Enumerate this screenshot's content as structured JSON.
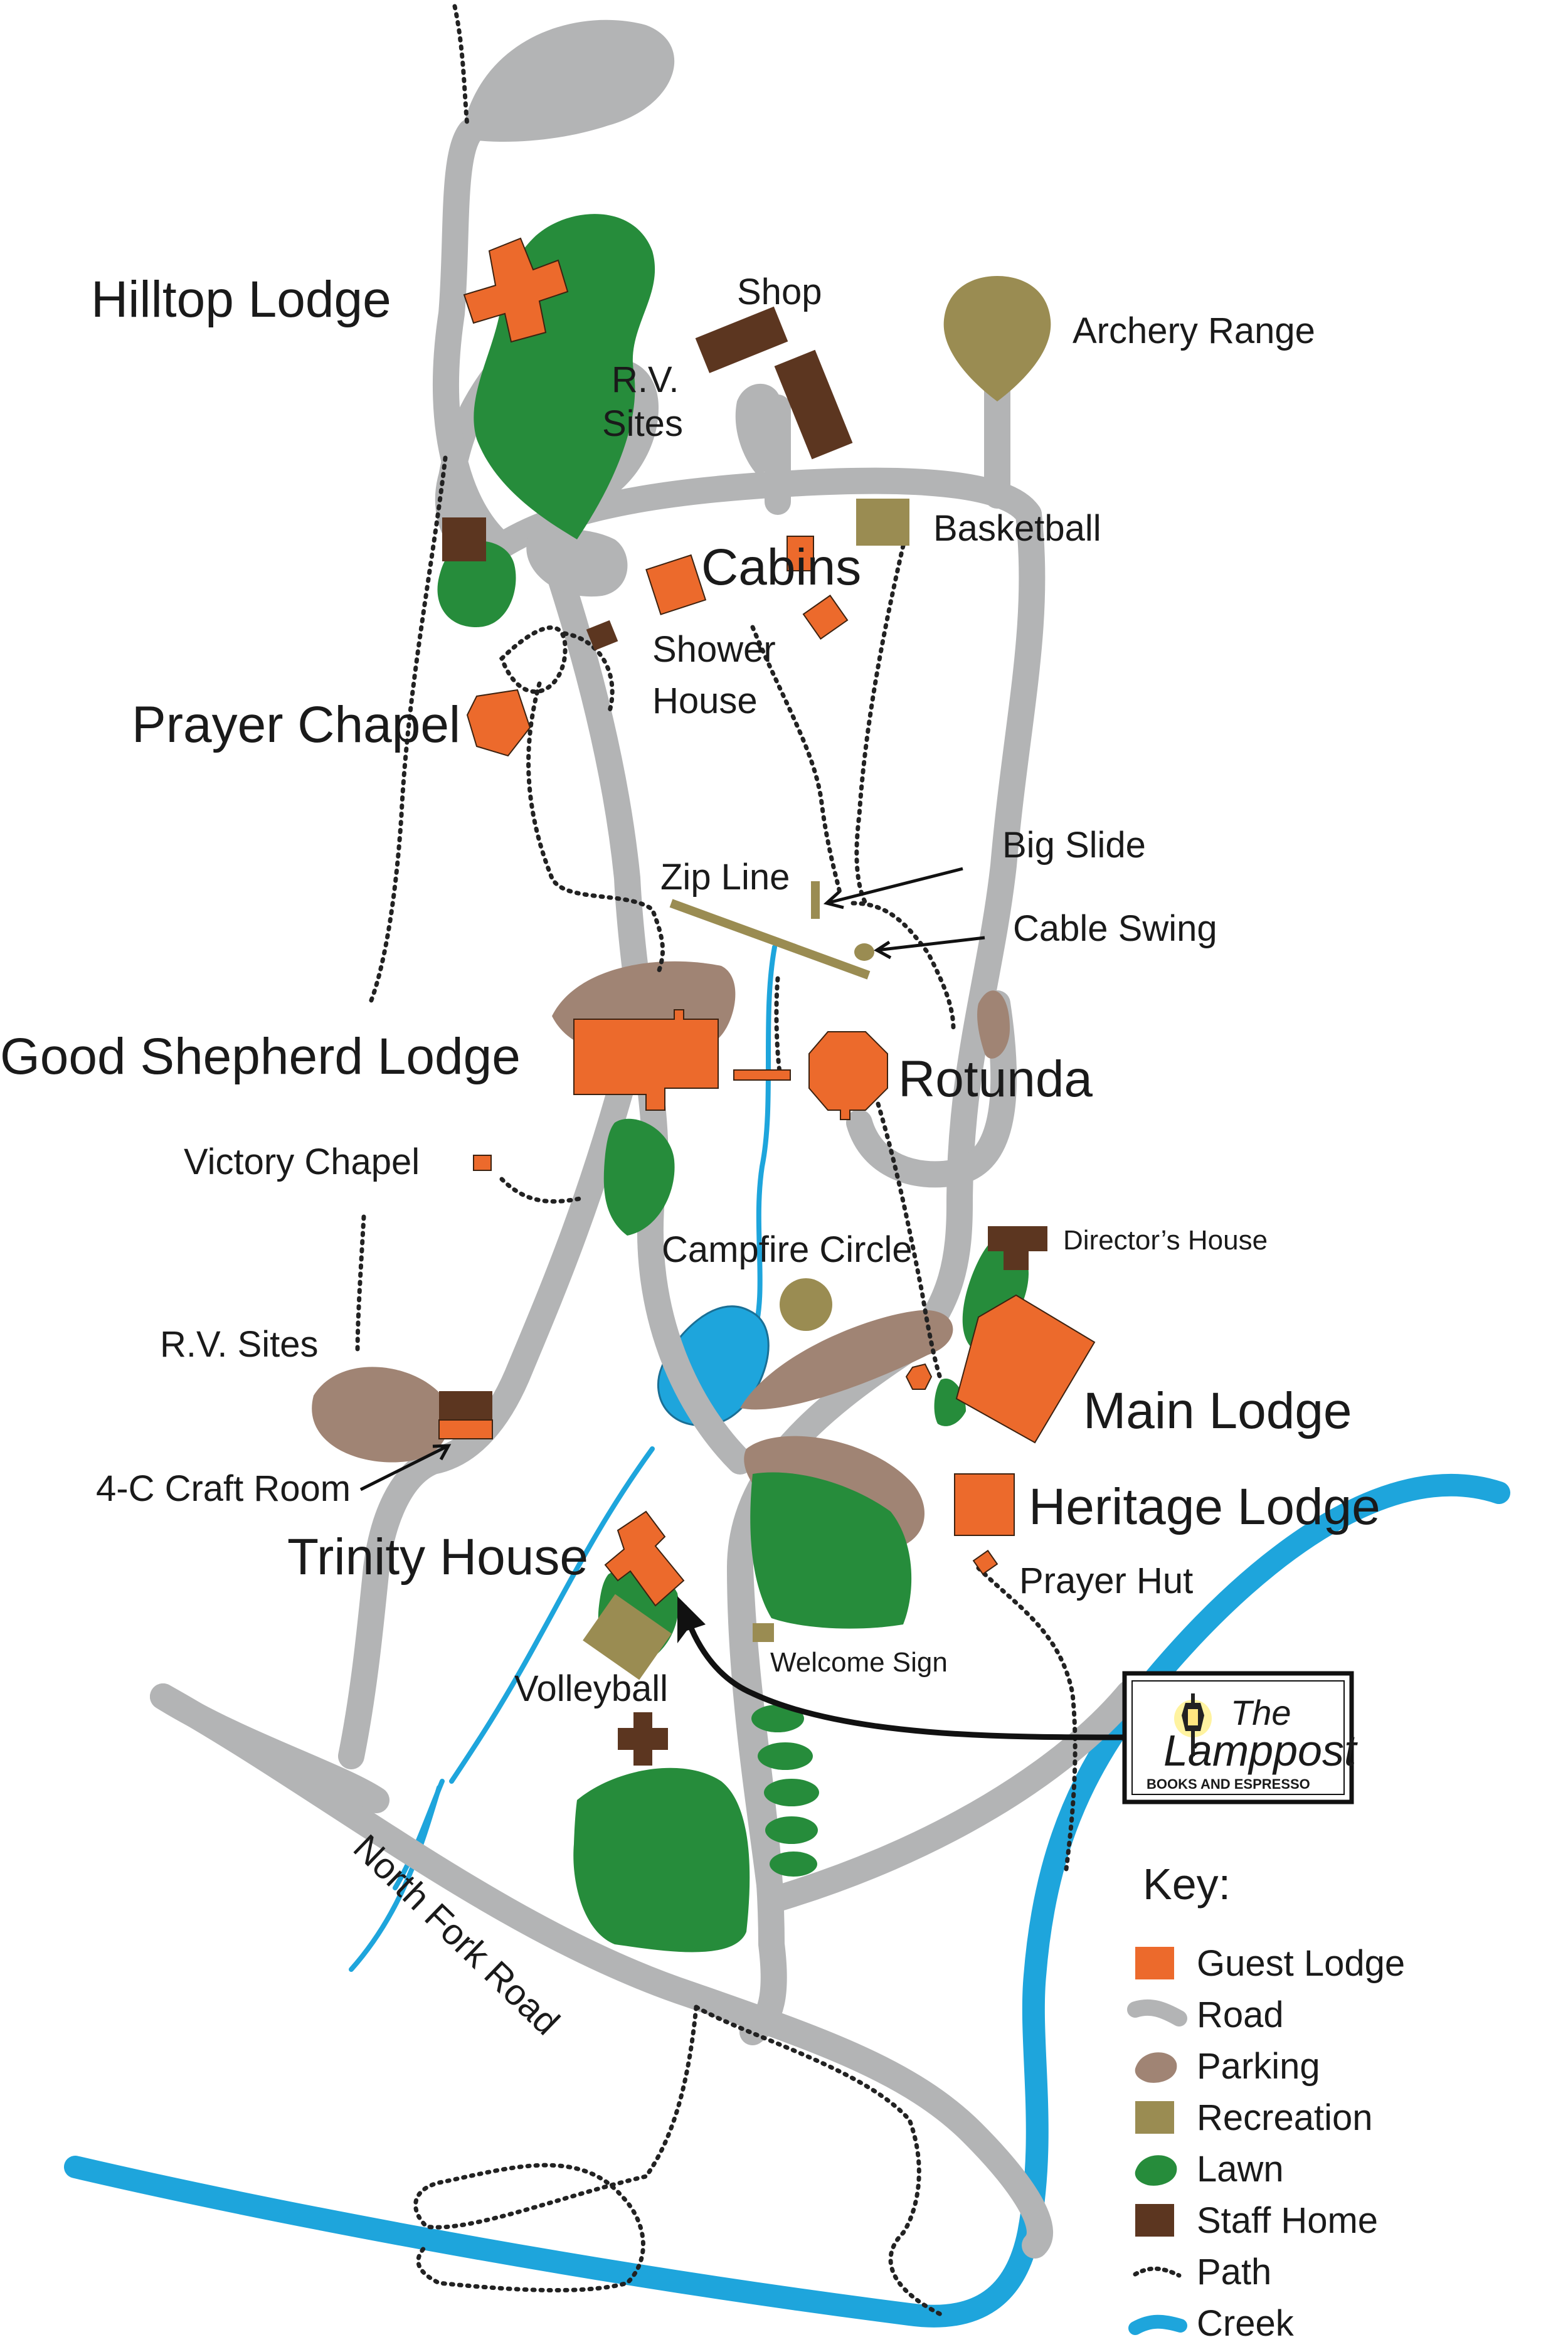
{
  "colors": {
    "guest_lodge": "#ec6a2c",
    "road": "#b3b4b5",
    "parking": "#a08474",
    "recreation": "#9a8c52",
    "lawn": "#268c3b",
    "staff_home": "#5c3620",
    "creek": "#1ea5dc",
    "path": "#222222"
  },
  "labels": {
    "hilltop_lodge": "Hilltop Lodge",
    "shop": "Shop",
    "archery_range": "Archery Range",
    "rv_sites_top_1": "R.V.",
    "rv_sites_top_2": "Sites",
    "basketball": "Basketball",
    "cabins": "Cabins",
    "shower_house_1": "Shower",
    "shower_house_2": "House",
    "prayer_chapel": "Prayer Chapel",
    "big_slide": "Big Slide",
    "zip_line": "Zip Line",
    "cable_swing": "Cable Swing",
    "good_shepherd_lodge": "Good Shepherd Lodge",
    "rotunda": "Rotunda",
    "victory_chapel": "Victory Chapel",
    "campfire_circle": "Campfire Circle",
    "directors_house": "Director’s House",
    "rv_sites_left": "R.V. Sites",
    "main_lodge": "Main Lodge",
    "craft_room": "4-C Craft Room",
    "heritage_lodge": "Heritage Lodge",
    "trinity_house": "Trinity House",
    "prayer_hut": "Prayer Hut",
    "welcome_sign": "Welcome Sign",
    "volleyball": "Volleyball",
    "north_fork_road": "North Fork Road"
  },
  "lamppost": {
    "the": "The",
    "name": "Lamppost",
    "subtitle": "BOOKS AND ESPRESSO"
  },
  "key": {
    "title": "Key:",
    "items": [
      {
        "label": "Guest Lodge",
        "symbol": "square",
        "color": "#ec6a2c"
      },
      {
        "label": "Road",
        "symbol": "road",
        "color": "#b3b4b5"
      },
      {
        "label": "Parking",
        "symbol": "blob",
        "color": "#a08474"
      },
      {
        "label": "Recreation",
        "symbol": "square",
        "color": "#9a8c52"
      },
      {
        "label": "Lawn",
        "symbol": "blob",
        "color": "#268c3b"
      },
      {
        "label": "Staff Home",
        "symbol": "square",
        "color": "#5c3620"
      },
      {
        "label": "Path",
        "symbol": "path",
        "color": "#222222"
      },
      {
        "label": "Creek",
        "symbol": "creek",
        "color": "#1ea5dc"
      }
    ]
  }
}
